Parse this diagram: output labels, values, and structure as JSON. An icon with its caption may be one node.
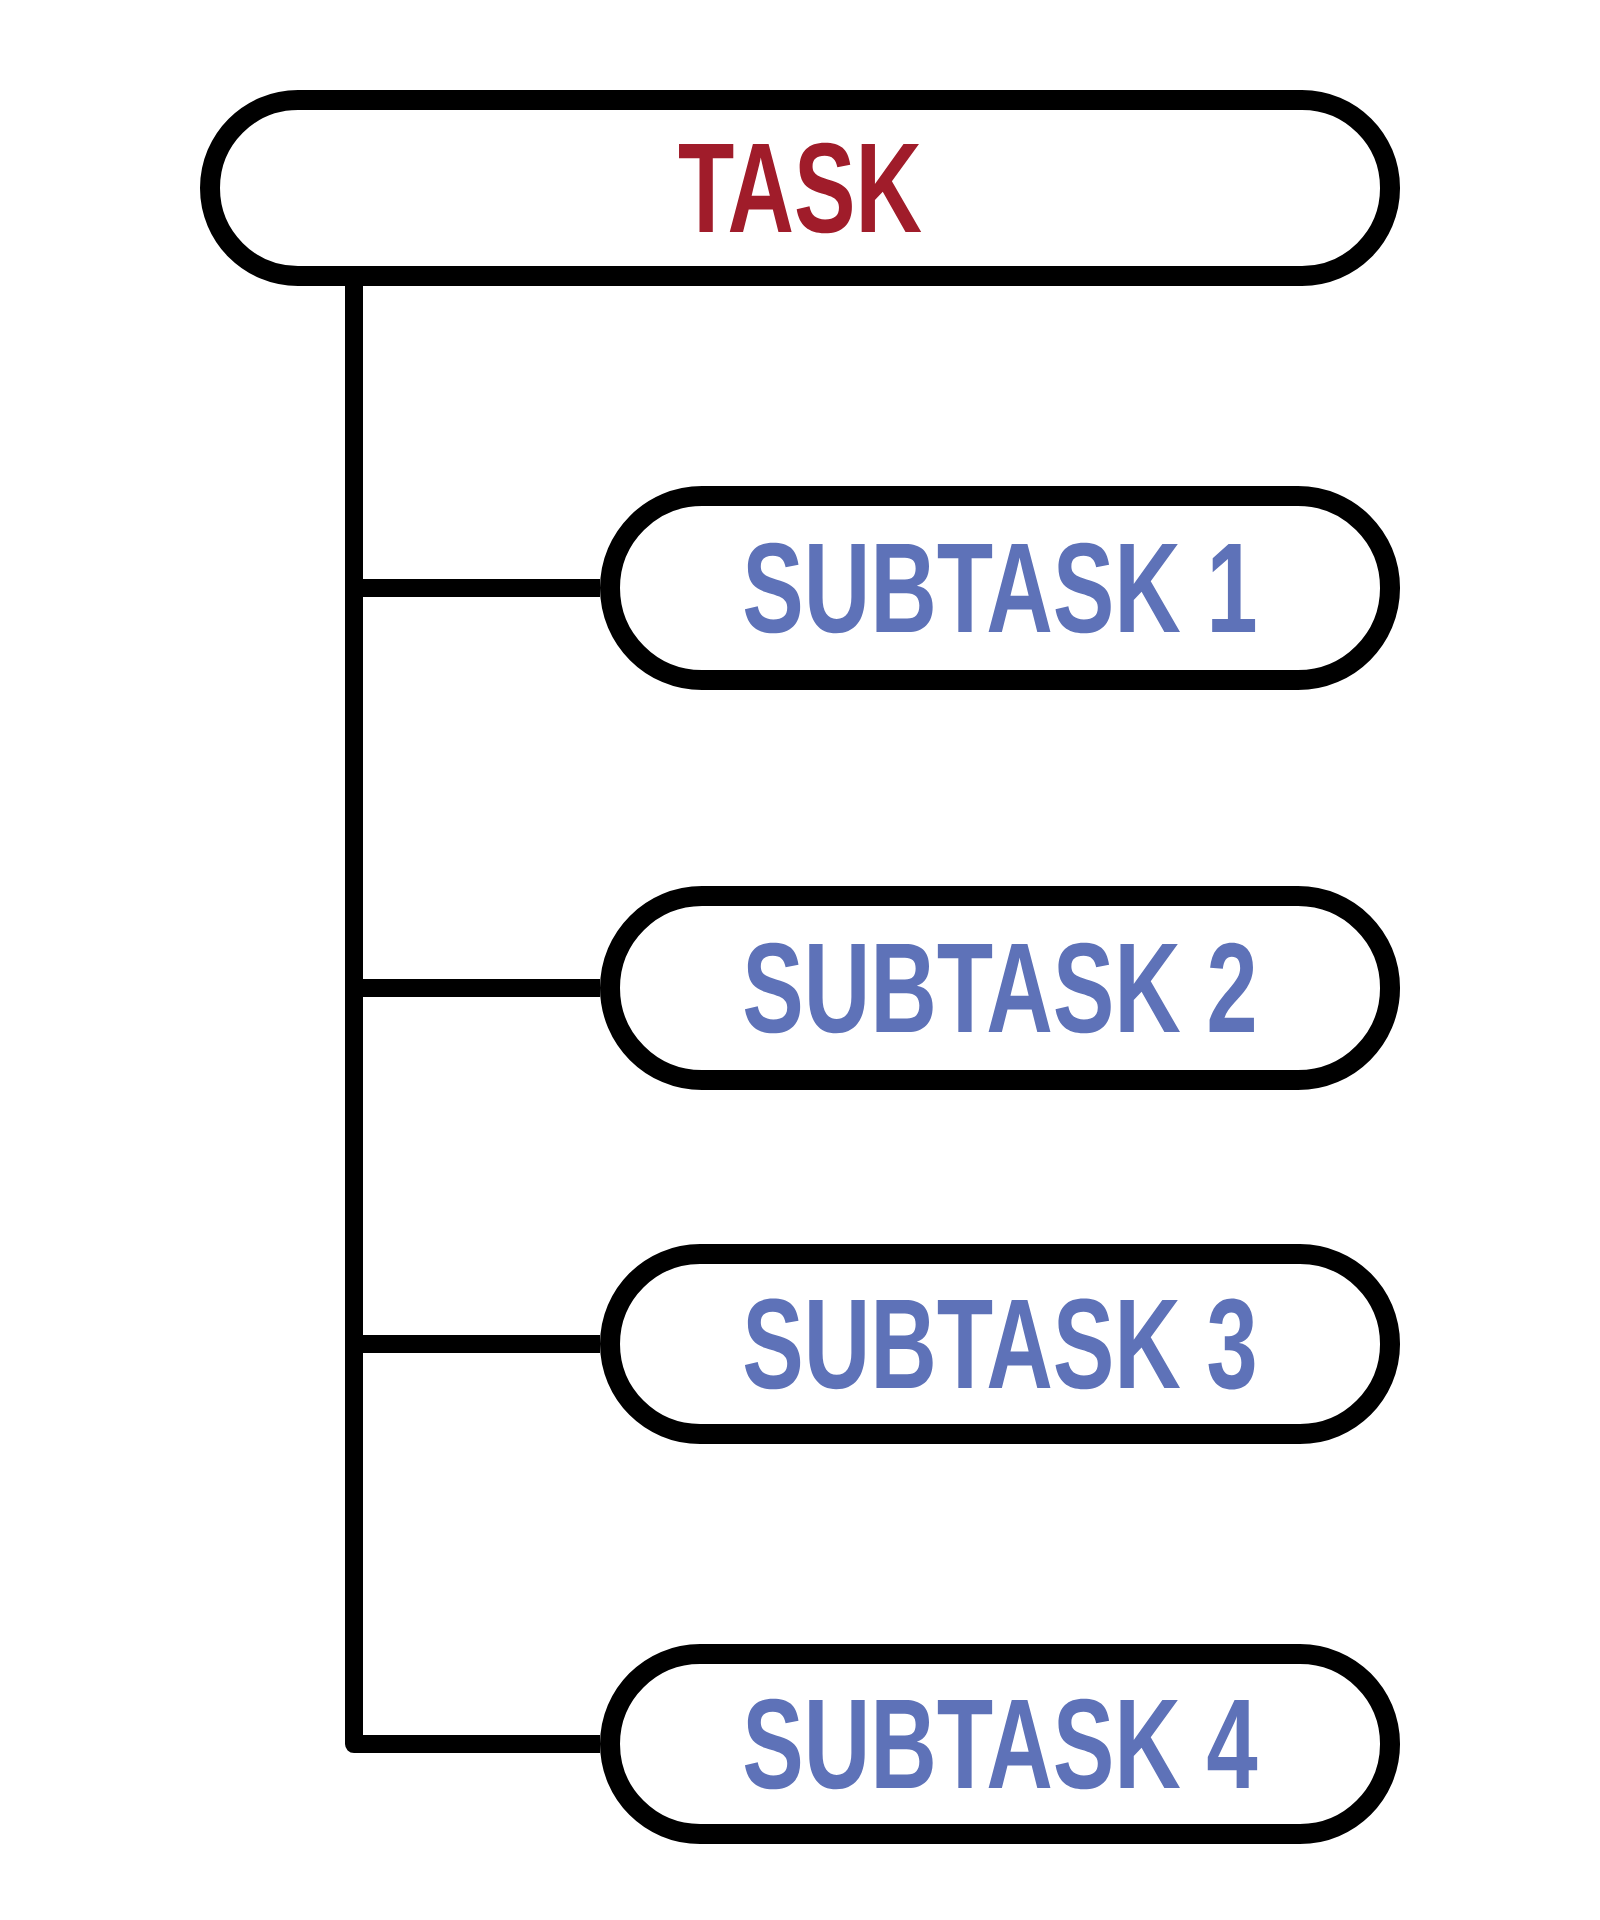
{
  "diagram": {
    "nodes": [
      {
        "text": [
          "TASK"
        ]
      },
      {
        "text": [
          "SUBTASK 1"
        ]
      },
      {
        "text": [
          "SUBTASK 2"
        ]
      },
      {
        "text": [
          "SUBTASK 3"
        ]
      },
      {
        "text": [
          "SUBTASK 4"
        ]
      }
    ],
    "edges": [
      {
        "from": 0,
        "to": 1,
        "arrow": "none"
      },
      {
        "from": 0,
        "to": 2,
        "arrow": "none"
      },
      {
        "from": 0,
        "to": 3,
        "arrow": "none"
      },
      {
        "from": 0,
        "to": 4,
        "arrow": "none"
      }
    ]
  }
}
